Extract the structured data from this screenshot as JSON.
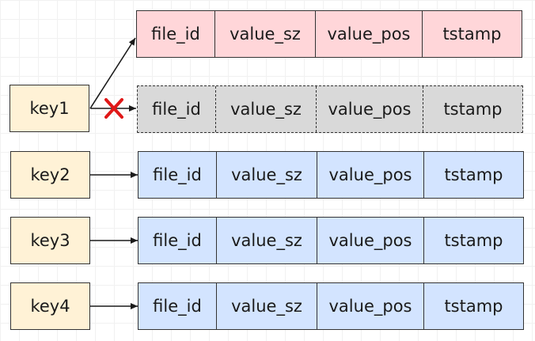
{
  "record_fields": [
    "file_id",
    "value_sz",
    "value_pos",
    "tstamp"
  ],
  "keys": [
    "key1",
    "key2",
    "key3",
    "key4"
  ],
  "colors": {
    "key_fill": "#fff2d6",
    "active_record": "#ffd6d9",
    "stale_record": "#d9d9d9",
    "record_blue": "#d3e4ff",
    "invalidated_mark": "#e01818"
  }
}
